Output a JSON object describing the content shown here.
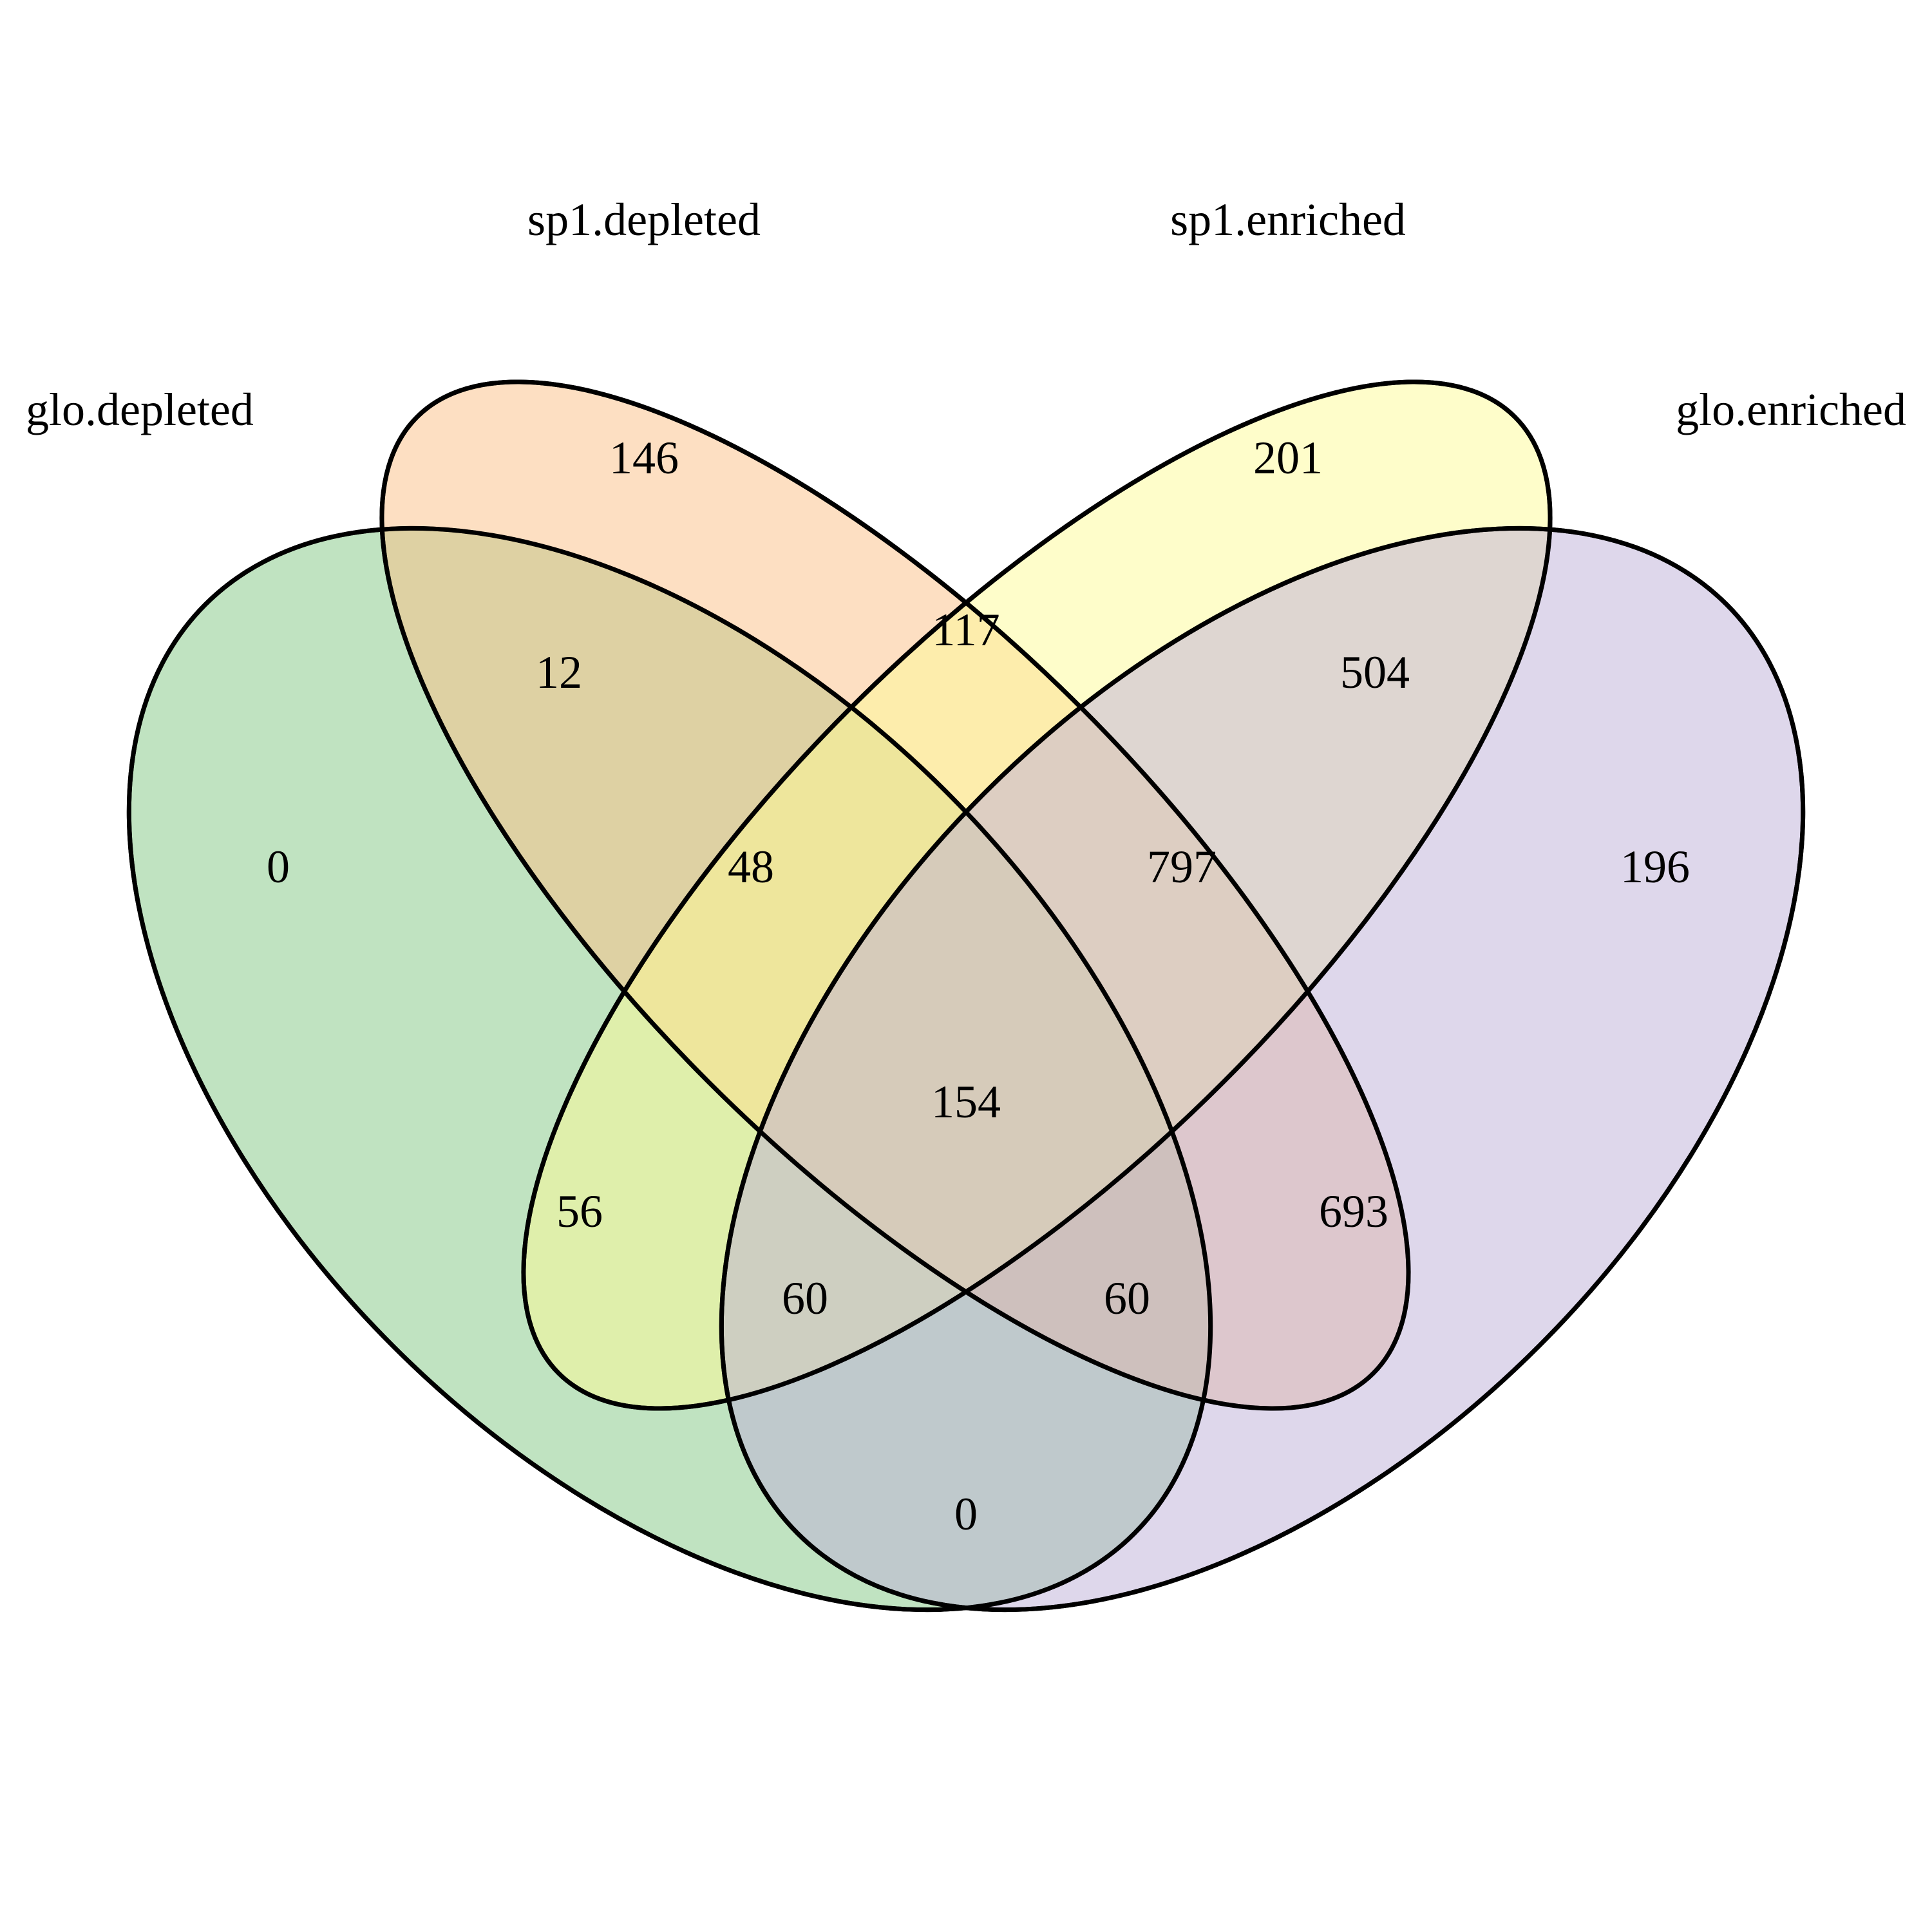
{
  "sets": [
    {
      "id": "glo_depleted",
      "label": "glo.depleted",
      "color": "#81C784"
    },
    {
      "id": "sp1_depleted",
      "label": "sp1.depleted",
      "color": "#FBBF86"
    },
    {
      "id": "sp1_enriched",
      "label": "sp1.enriched",
      "color": "#FDFB96"
    },
    {
      "id": "glo_enriched",
      "label": "glo.enriched",
      "color": "#BDB0D8"
    }
  ],
  "regions": {
    "glo_depleted_only": "0",
    "sp1_depleted_only": "146",
    "sp1_enriched_only": "201",
    "glo_enriched_only": "196",
    "glo_depleted_sp1_depleted": "12",
    "sp1_depleted_sp1_enriched": "117",
    "sp1_enriched_glo_enriched": "504",
    "glo_depleted_sp1_depleted_sp1_enriched": "48",
    "sp1_depleted_sp1_enriched_glo_enriched": "797",
    "all_four": "154",
    "glo_depleted_sp1_enriched": "56",
    "sp1_depleted_glo_enriched": "693",
    "glo_depleted_sp1_enriched_glo_enriched": "60",
    "glo_depleted_sp1_depleted_glo_enriched": "60",
    "glo_depleted_glo_enriched": "0"
  }
}
